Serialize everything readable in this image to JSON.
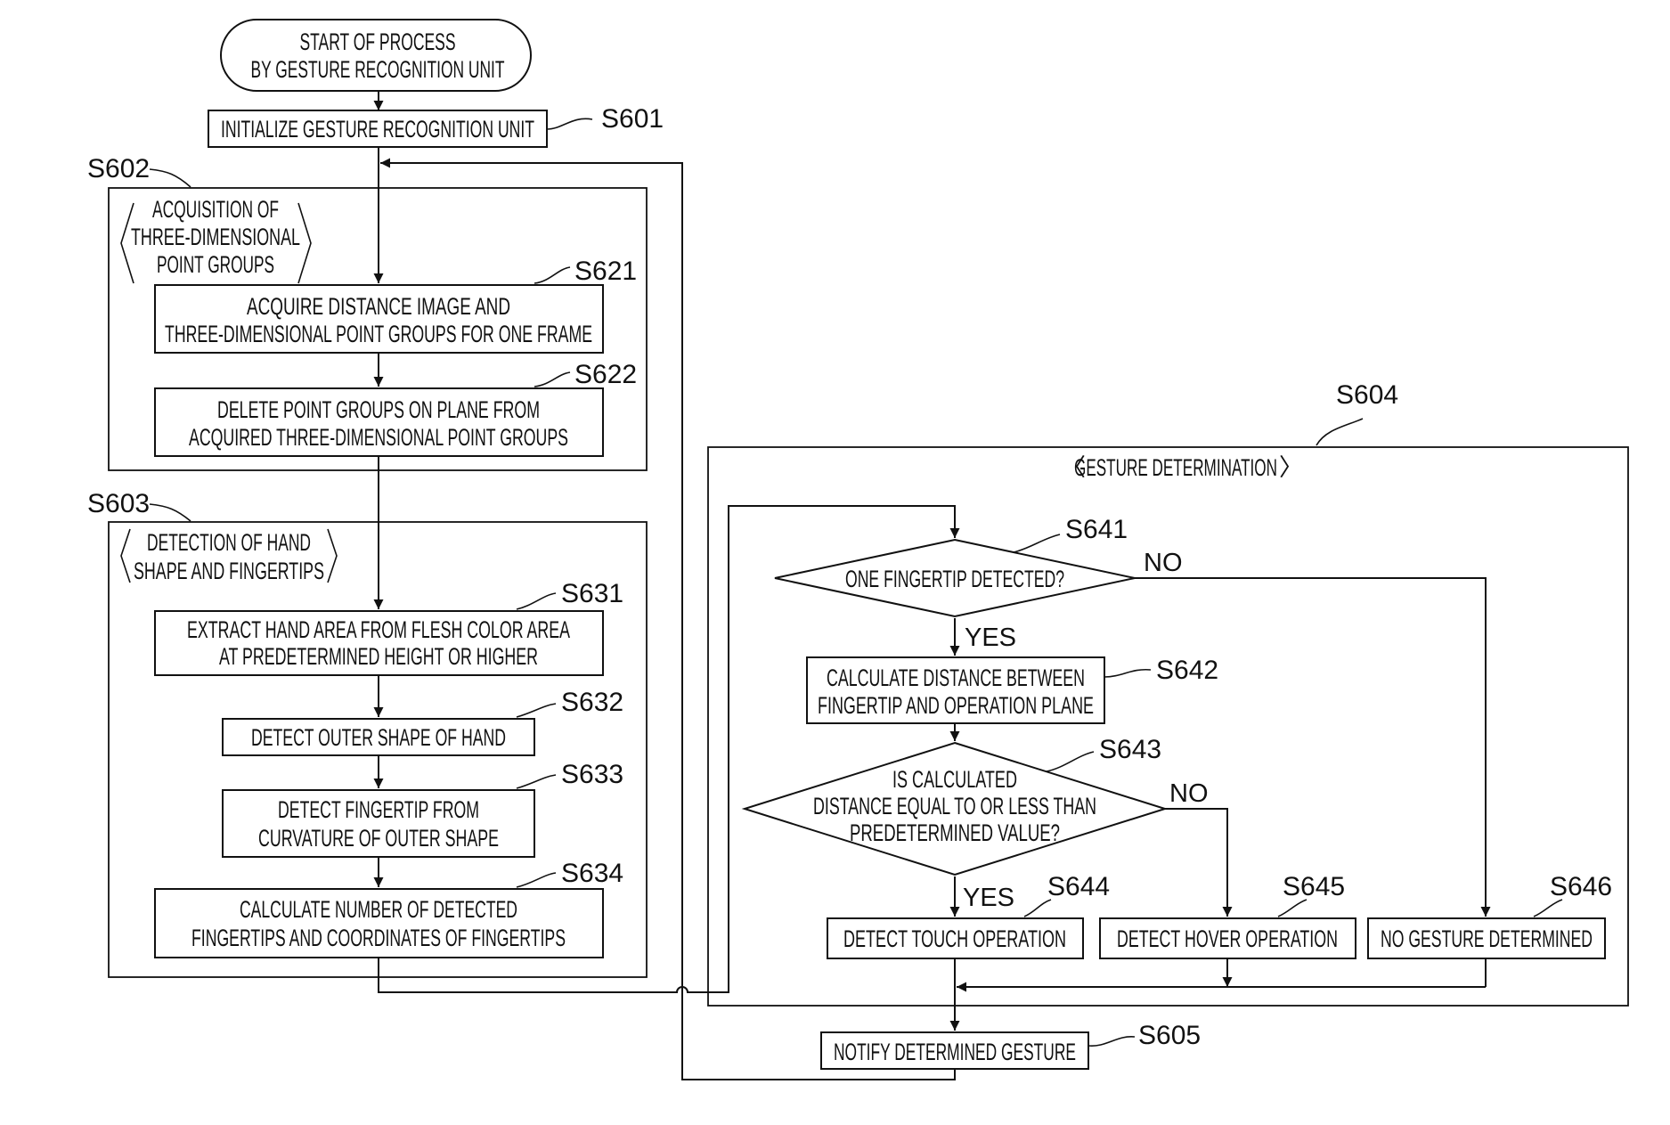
{
  "start": {
    "lines": [
      "START OF PROCESS",
      "BY GESTURE RECOGNITION UNIT"
    ]
  },
  "s601": {
    "ref": "S601",
    "lines": [
      "INITIALIZE GESTURE RECOGNITION UNIT"
    ]
  },
  "s602": {
    "ref": "S602",
    "title": [
      "ACQUISITION OF",
      "THREE-DIMENSIONAL",
      "POINT GROUPS"
    ]
  },
  "s621": {
    "ref": "S621",
    "lines": [
      "ACQUIRE DISTANCE IMAGE AND",
      "THREE-DIMENSIONAL POINT GROUPS FOR ONE FRAME"
    ]
  },
  "s622": {
    "ref": "S622",
    "lines": [
      "DELETE POINT GROUPS ON PLANE FROM",
      "ACQUIRED THREE-DIMENSIONAL POINT GROUPS"
    ]
  },
  "s603": {
    "ref": "S603",
    "title": [
      "DETECTION OF HAND",
      "SHAPE AND FINGERTIPS"
    ]
  },
  "s631": {
    "ref": "S631",
    "lines": [
      "EXTRACT HAND AREA FROM FLESH COLOR AREA",
      "AT PREDETERMINED HEIGHT OR HIGHER"
    ]
  },
  "s632": {
    "ref": "S632",
    "lines": [
      "DETECT OUTER SHAPE OF HAND"
    ]
  },
  "s633": {
    "ref": "S633",
    "lines": [
      "DETECT FINGERTIP FROM",
      "CURVATURE OF OUTER SHAPE"
    ]
  },
  "s634": {
    "ref": "S634",
    "lines": [
      "CALCULATE NUMBER OF DETECTED",
      "FINGERTIPS AND COORDINATES OF FINGERTIPS"
    ]
  },
  "s604": {
    "ref": "S604",
    "title": "GESTURE DETERMINATION"
  },
  "s641": {
    "ref": "S641",
    "lines": [
      "ONE FINGERTIP DETECTED?"
    ]
  },
  "s642": {
    "ref": "S642",
    "lines": [
      "CALCULATE DISTANCE BETWEEN",
      "FINGERTIP AND OPERATION PLANE"
    ]
  },
  "s643": {
    "ref": "S643",
    "lines": [
      "IS CALCULATED",
      "DISTANCE EQUAL TO OR LESS THAN",
      "PREDETERMINED VALUE?"
    ]
  },
  "s644": {
    "ref": "S644",
    "lines": [
      "DETECT TOUCH OPERATION"
    ]
  },
  "s645": {
    "ref": "S645",
    "lines": [
      "DETECT HOVER OPERATION"
    ]
  },
  "s646": {
    "ref": "S646",
    "lines": [
      "NO GESTURE DETERMINED"
    ]
  },
  "s605": {
    "ref": "S605",
    "lines": [
      "NOTIFY DETERMINED GESTURE"
    ]
  },
  "labels": {
    "yes": "YES",
    "no": "NO"
  }
}
